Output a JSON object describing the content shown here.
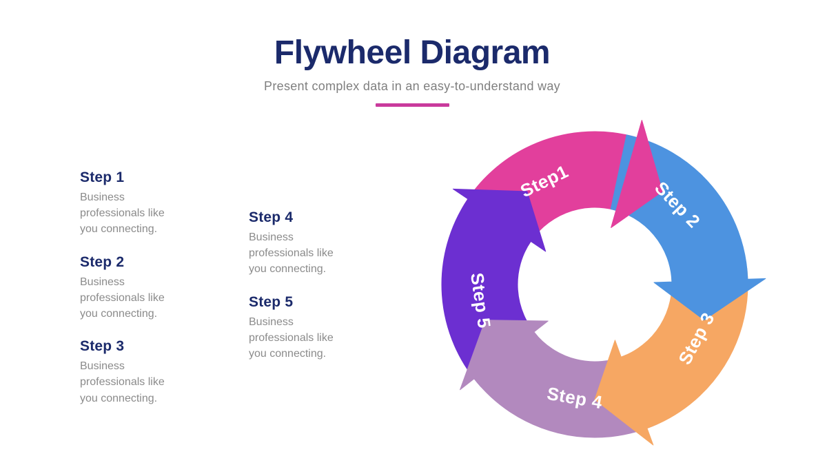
{
  "header": {
    "title": "Flywheel Diagram",
    "subtitle": "Present complex data in an easy-to-understand way"
  },
  "accent": {
    "underline_color": "#c93a9c",
    "heading_color": "#1b2a6b",
    "body_text_color": "#8b8b8b"
  },
  "columns": {
    "left": [
      {
        "title": "Step 1",
        "description": "Business professionals like you connecting."
      },
      {
        "title": "Step 2",
        "description": "Business professionals like you connecting."
      },
      {
        "title": "Step 3",
        "description": "Business professionals like you connecting."
      }
    ],
    "middle": [
      {
        "title": "Step 4",
        "description": "Business professionals like you connecting."
      },
      {
        "title": "Step 5",
        "description": "Business professionals like you connecting."
      }
    ]
  },
  "flywheel": {
    "direction": "clockwise",
    "label_color": "#ffffff",
    "segments": [
      {
        "label": "Step1",
        "color": "#e23f9c"
      },
      {
        "label": "Step 2",
        "color": "#4d93e0"
      },
      {
        "label": "Step 3",
        "color": "#f6a763"
      },
      {
        "label": "Step 4",
        "color": "#b289be"
      },
      {
        "label": "Step 5",
        "color": "#6c2fd1"
      }
    ]
  }
}
